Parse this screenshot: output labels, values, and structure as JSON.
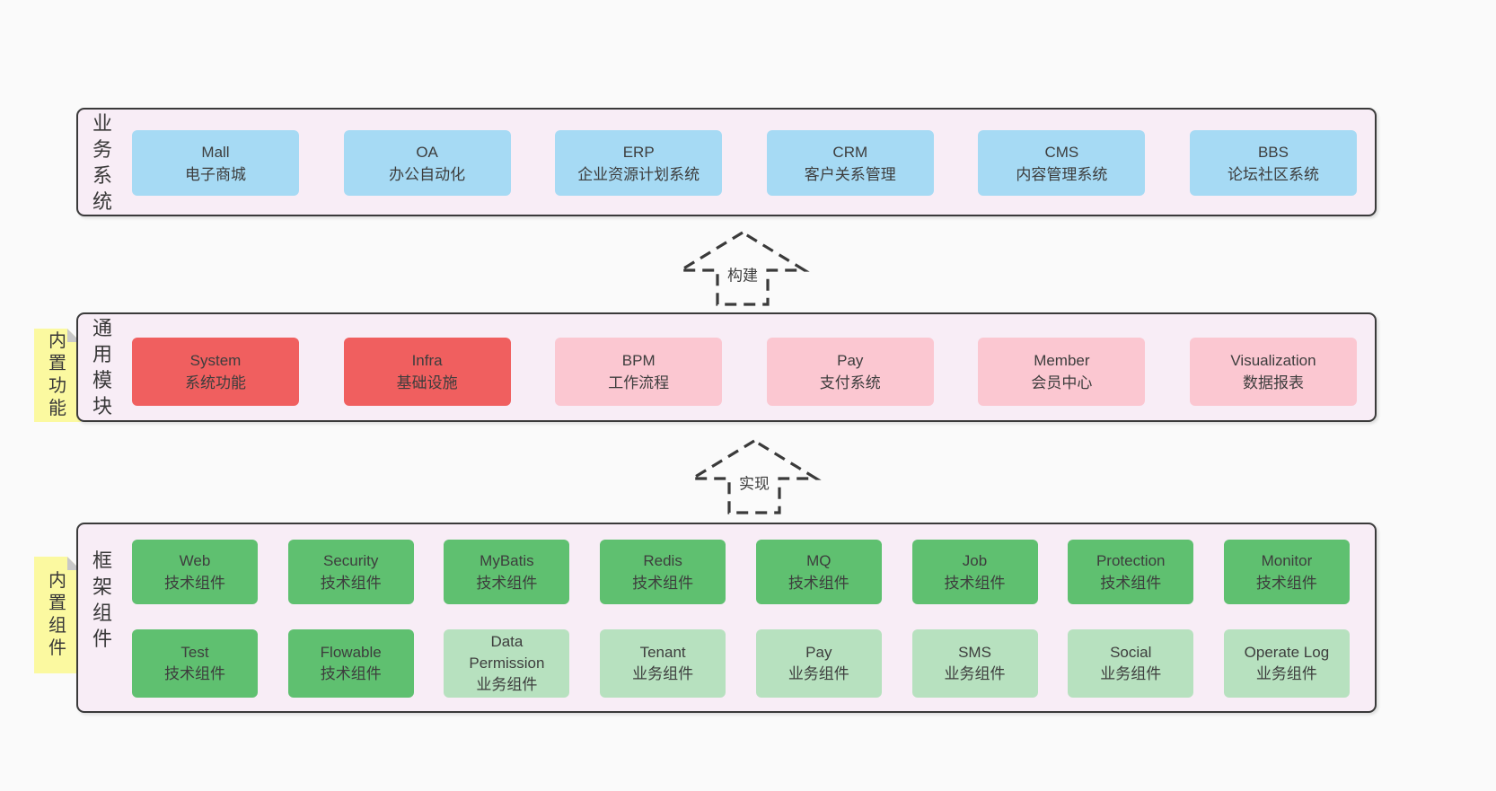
{
  "colors": {
    "page-bg": "#fafafa",
    "band-bg": "#f8edf6",
    "band-border": "#3a3a3a",
    "box-blue": "#a6daf4",
    "box-red": "#f05f5f",
    "box-pink": "#fbc7d1",
    "box-green": "#5fc070",
    "box-green-light": "#b7e1bf",
    "note-bg": "#fbf9a0",
    "note-fold": "#c8c8c8",
    "text": "#3d3d3d",
    "arrow-stroke": "#3a3a3a"
  },
  "layers": {
    "business": {
      "label": "业务系统",
      "boxes": [
        {
          "title": "Mall",
          "subtitle": "电子商城"
        },
        {
          "title": "OA",
          "subtitle": "办公自动化"
        },
        {
          "title": "ERP",
          "subtitle": "企业资源计划系统"
        },
        {
          "title": "CRM",
          "subtitle": "客户关系管理"
        },
        {
          "title": "CMS",
          "subtitle": "内容管理系统"
        },
        {
          "title": "BBS",
          "subtitle": "论坛社区系统"
        }
      ]
    },
    "modules": {
      "label": "通用模块",
      "note": "内置功能",
      "boxes": [
        {
          "title": "System",
          "subtitle": "系统功能"
        },
        {
          "title": "Infra",
          "subtitle": "基础设施"
        },
        {
          "title": "BPM",
          "subtitle": "工作流程"
        },
        {
          "title": "Pay",
          "subtitle": "支付系统"
        },
        {
          "title": "Member",
          "subtitle": "会员中心"
        },
        {
          "title": "Visualization",
          "subtitle": "数据报表"
        }
      ]
    },
    "components": {
      "label": "框架组件",
      "note": "内置组件",
      "row1": [
        {
          "title": "Web",
          "subtitle": "技术组件"
        },
        {
          "title": "Security",
          "subtitle": "技术组件"
        },
        {
          "title": "MyBatis",
          "subtitle": "技术组件"
        },
        {
          "title": "Redis",
          "subtitle": "技术组件"
        },
        {
          "title": "MQ",
          "subtitle": "技术组件"
        },
        {
          "title": "Job",
          "subtitle": "技术组件"
        },
        {
          "title": "Protection",
          "subtitle": "技术组件"
        },
        {
          "title": "Monitor",
          "subtitle": "技术组件"
        }
      ],
      "row2": [
        {
          "title": "Test",
          "subtitle": "技术组件"
        },
        {
          "title": "Flowable",
          "subtitle": "技术组件"
        },
        {
          "title": "Data Permission",
          "subtitle": "业务组件"
        },
        {
          "title": "Tenant",
          "subtitle": "业务组件"
        },
        {
          "title": "Pay",
          "subtitle": "业务组件"
        },
        {
          "title": "SMS",
          "subtitle": "业务组件"
        },
        {
          "title": "Social",
          "subtitle": "业务组件"
        },
        {
          "title": "Operate Log",
          "subtitle": "业务组件"
        }
      ]
    }
  },
  "arrows": {
    "build": {
      "label": "构建"
    },
    "implement": {
      "label": "实现"
    }
  }
}
